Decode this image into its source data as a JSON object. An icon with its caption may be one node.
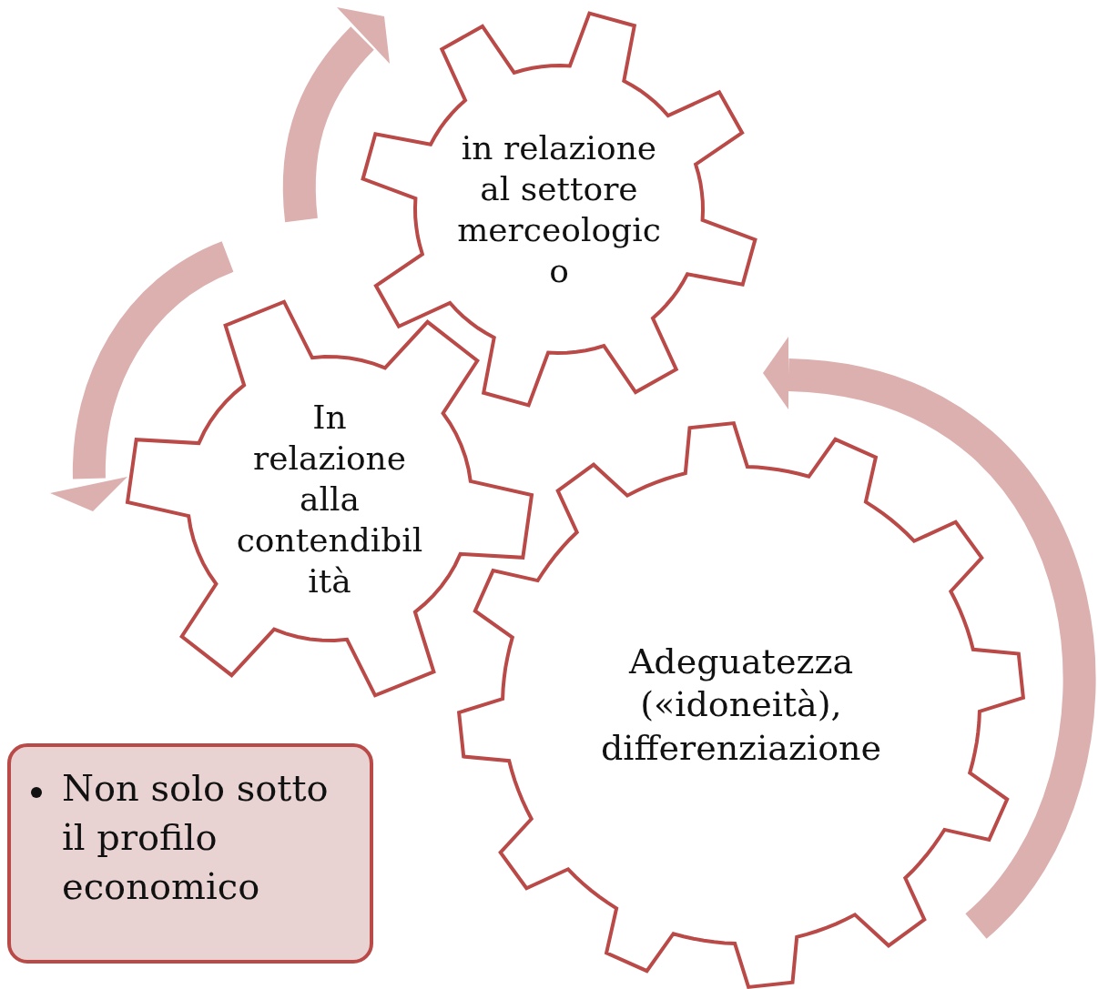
{
  "diagram": {
    "nodes": [
      {
        "text": [
          "in relazione al settore merceologico"
        ]
      },
      {
        "text": [
          "In relazione alla contendibilità"
        ]
      },
      {
        "text": [
          "Adeguatezza («idoneità), differenziazione"
        ]
      },
      {
        "text": [
          "Non solo sotto il profilo economico"
        ]
      }
    ]
  }
}
